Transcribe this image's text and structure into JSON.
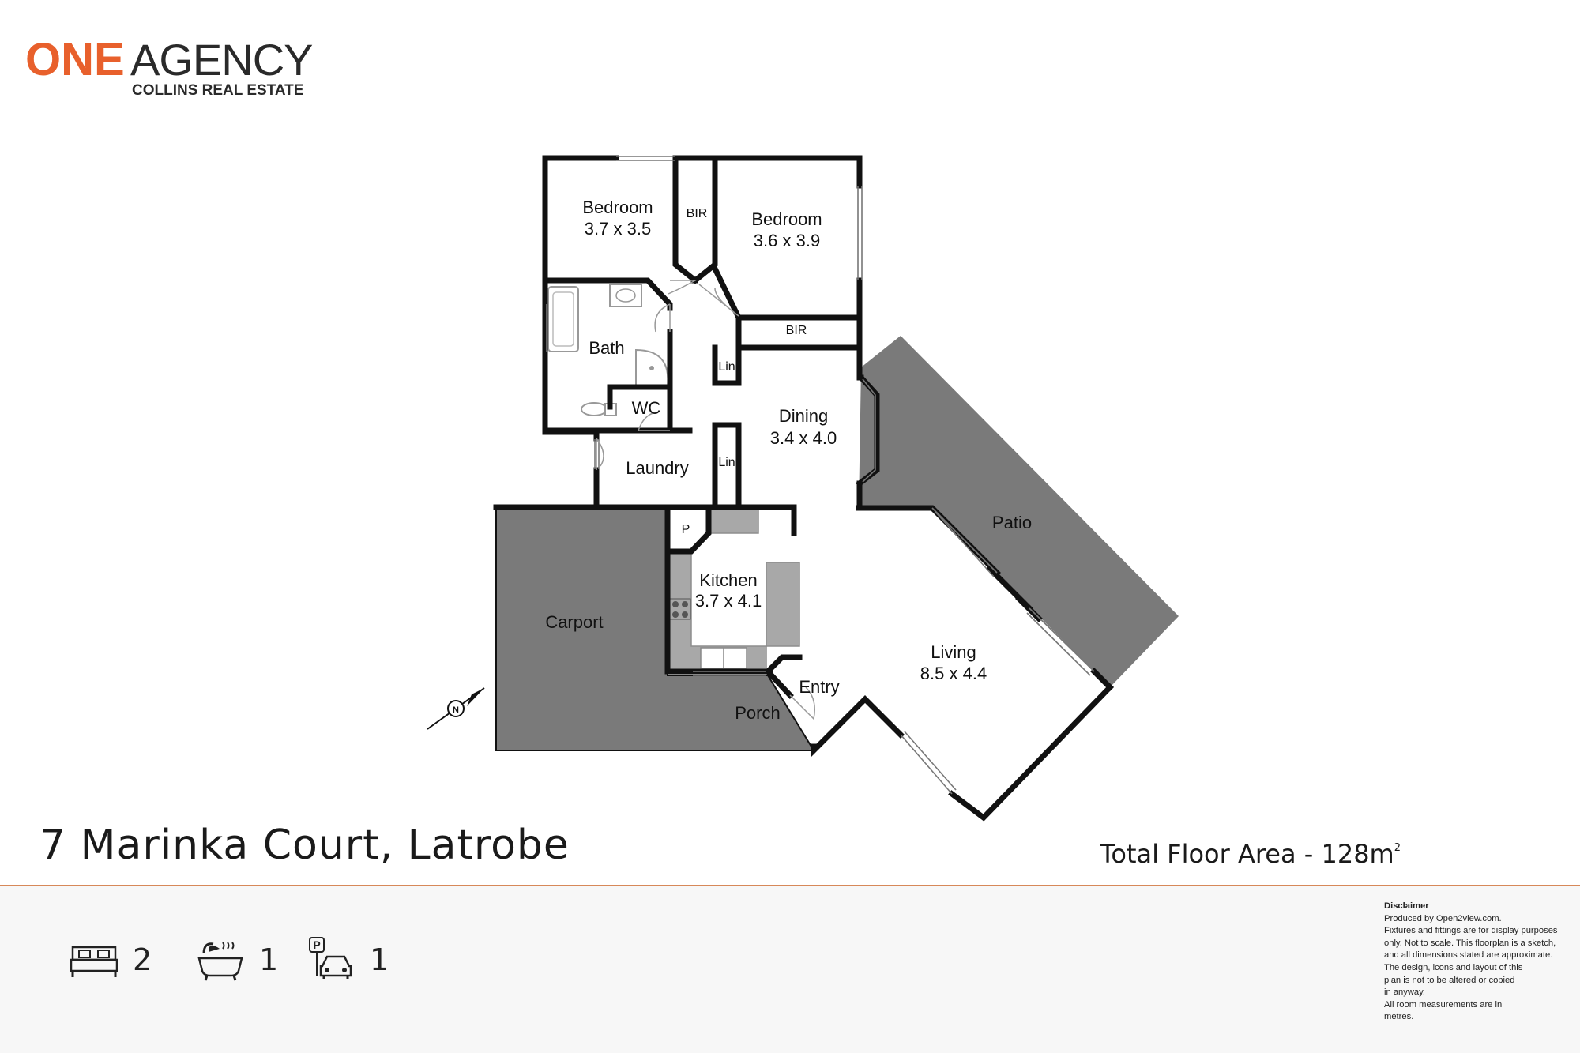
{
  "brand": {
    "name_part1": "ONE",
    "name_part2": "AGENCY",
    "subtitle": "COLLINS REAL ESTATE",
    "accent": "#e8602c",
    "dark": "#2a2a2a"
  },
  "rooms": {
    "bedroom1": {
      "name": "Bedroom",
      "size": "3.7 x 3.5"
    },
    "bedroom2": {
      "name": "Bedroom",
      "size": "3.6 x 3.9"
    },
    "bir1": "BIR",
    "bir2": "BIR",
    "bath": "Bath",
    "wc": "WC",
    "lin1": "Lin",
    "lin2": "Lin",
    "laundry": "Laundry",
    "dining": {
      "name": "Dining",
      "size": "3.4 x 4.0"
    },
    "pantry": "P",
    "kitchen": {
      "name": "Kitchen",
      "size": "3.7 x 4.1"
    },
    "carport": "Carport",
    "patio": "Patio",
    "living": {
      "name": "Living",
      "size": "8.5 x 4.4"
    },
    "entry": "Entry",
    "porch": "Porch"
  },
  "compass": "N",
  "address": "7 Marinka Court, Latrobe",
  "floor_area": {
    "label": "Total Floor Area - 128m",
    "sup": "2"
  },
  "features": {
    "bedrooms": "2",
    "bathrooms": "1",
    "parking": "1"
  },
  "disclaimer": {
    "heading": "Disclaimer",
    "lines": [
      "Produced by Open2view.com.",
      "Fixtures and fittings are for display purposes",
      "only. Not to scale. This floorplan is a sketch,",
      "and all dimensions stated are approximate.",
      "The design, icons and layout of this",
      "plan is not to be altered or copied",
      "in anyway.",
      "All room measurements are in",
      "metres."
    ]
  },
  "colors": {
    "wall": "#111111",
    "outdoor": "#7a7a7a",
    "fixture": "#a8a8a8",
    "rule": "#d78859",
    "footer_bg": "#f7f7f7"
  }
}
